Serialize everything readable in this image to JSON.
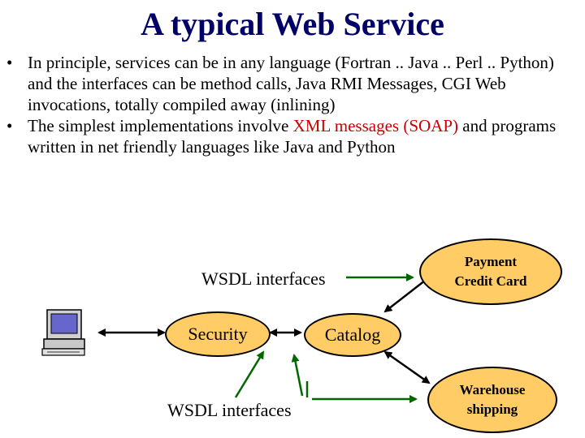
{
  "title": "A typical Web Service",
  "bullets": [
    {
      "text": "In principle, services can be in any language (Fortran .. Java .. Perl .. Python) and the interfaces can be method calls, Java RMI Messages, CGI Web invocations, totally compiled away (inlining)"
    },
    {
      "before": "The simplest implementations involve ",
      "highlight": "XML messages (SOAP)",
      "after": " and programs written in net friendly languages like Java and Python"
    }
  ],
  "bullet_glyph": "•",
  "diagram": {
    "wsdl_top": "WSDL interfaces",
    "wsdl_bottom": "WSDL interfaces",
    "security": "Security",
    "catalog": "Catalog",
    "payment_line1": "Payment",
    "payment_line2": "Credit Card",
    "warehouse_line1": "Warehouse",
    "warehouse_line2": "shipping"
  },
  "colors": {
    "title": "#000066",
    "highlight": "#cc0000",
    "oval_fill": "#ffcc66",
    "green_arrow": "#006600"
  }
}
